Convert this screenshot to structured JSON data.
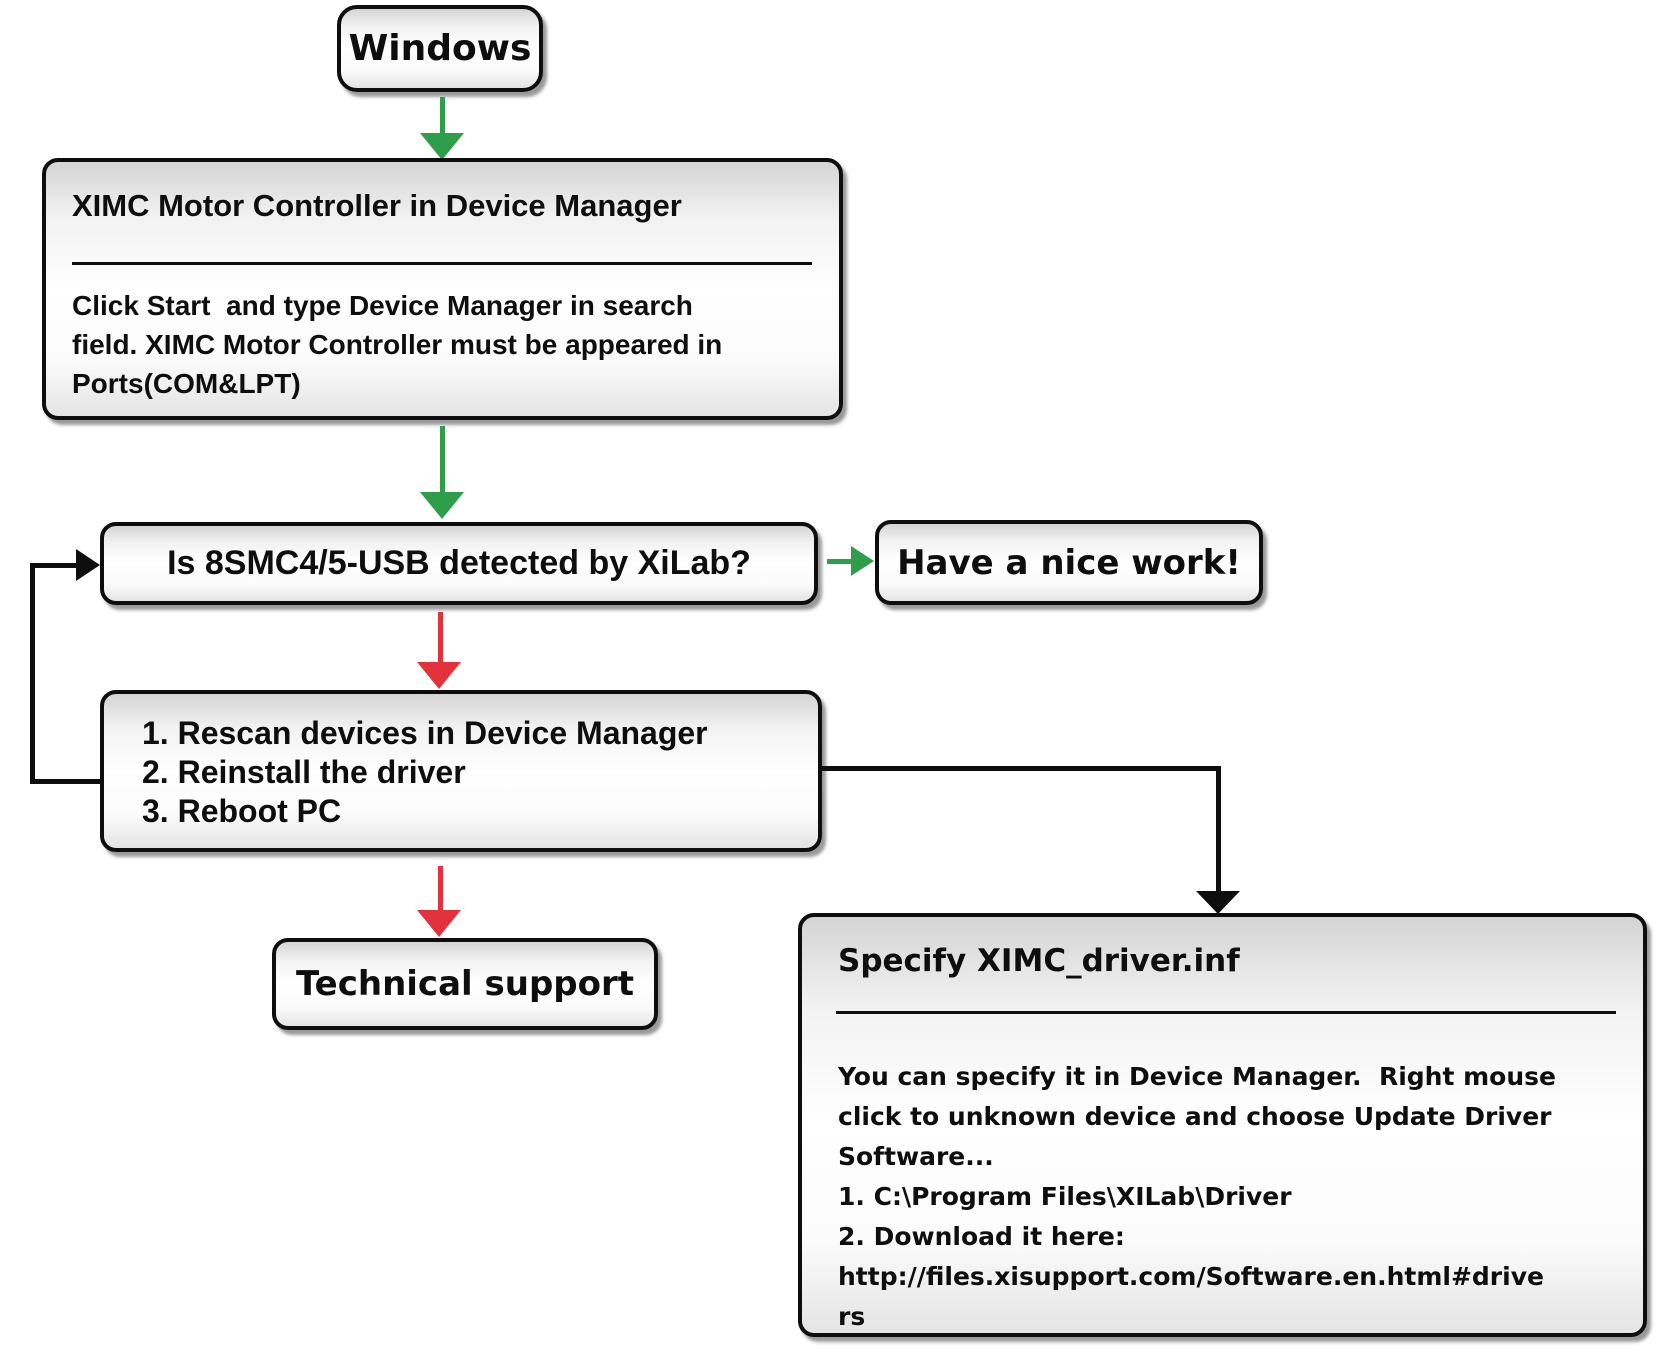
{
  "nodes": {
    "windows": {
      "label": "Windows"
    },
    "ximc": {
      "title": "XIMC Motor Controller in Device Manager",
      "body": "Click Start  and type Device Manager in search\nfield. XIMC Motor Controller must be appeared in\nPorts(COM&LPT)"
    },
    "question": {
      "label": "Is 8SMC4/5-USB detected by XiLab?"
    },
    "nice_work": {
      "label": "Have a nice work!"
    },
    "rescan": {
      "body": "1. Rescan devices in Device Manager\n2. Reinstall the driver\n3. Reboot PC"
    },
    "tech_support": {
      "label": "Technical support"
    },
    "specify": {
      "title": "Specify XIMC_driver.inf",
      "body": "You can specify it in Device Manager.  Right mouse\nclick to unknown device and choose Update Driver\nSoftware...\n1. C:\\Program Files\\XILab\\Driver\n2. Download it here:\nhttp://files.xisupport.com/Software.en.html#drive\nrs"
    }
  },
  "colors": {
    "arrow_green": "#2E9E4B",
    "arrow_red": "#E2333D",
    "line_black": "#0e0e0e",
    "box_border": "#0e0e0e",
    "background": "#ffffff"
  }
}
